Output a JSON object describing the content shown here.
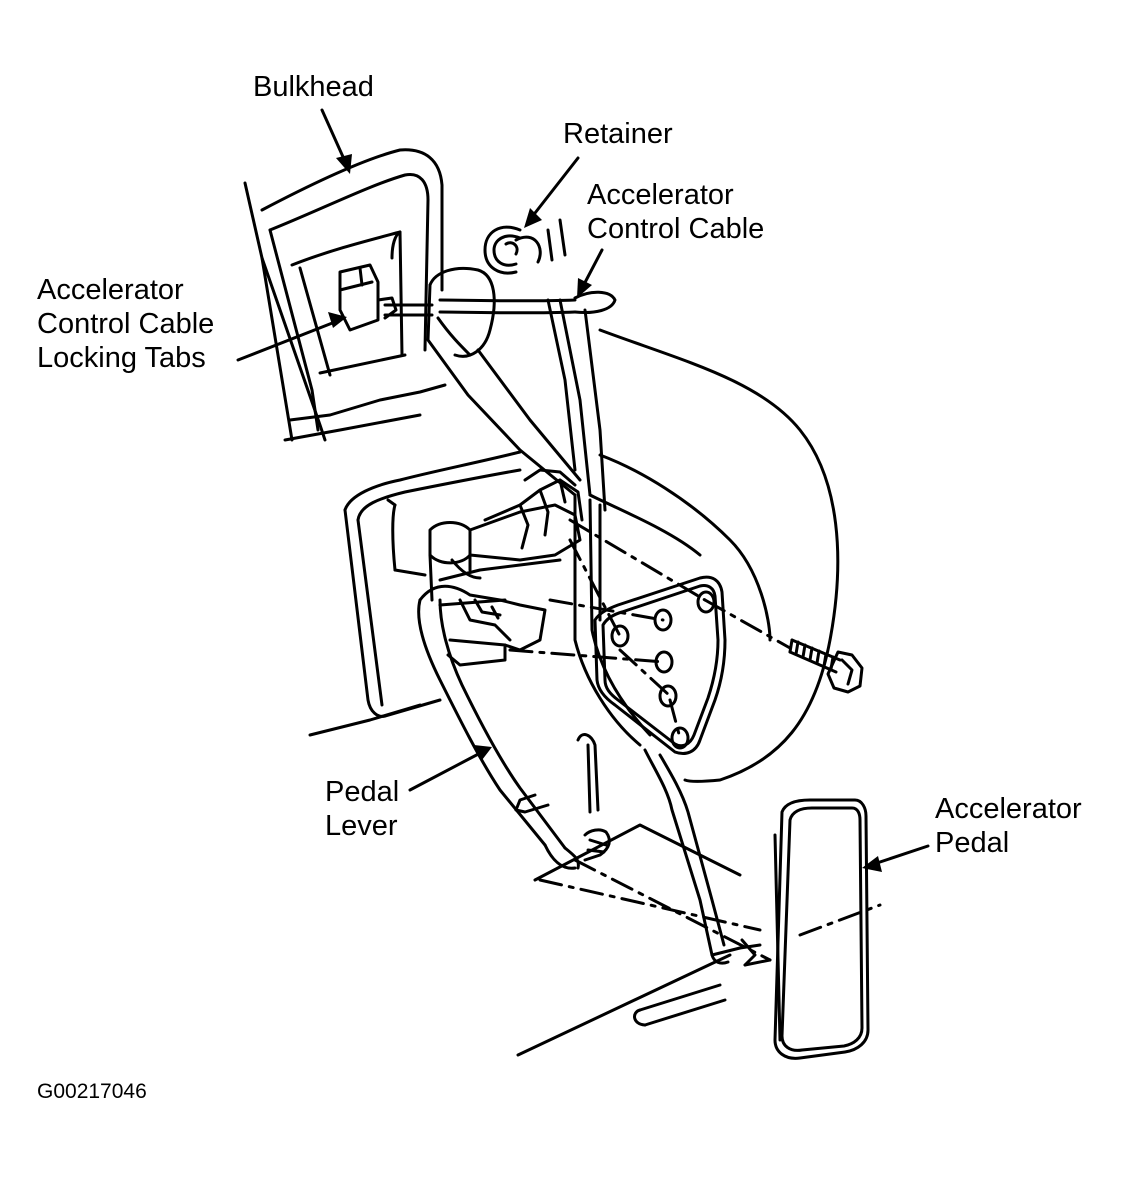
{
  "labels": {
    "bulkhead": "Bulkhead",
    "retainer": "Retainer",
    "accelerator_control_cable": [
      "Accelerator",
      "Control Cable"
    ],
    "locking_tabs": [
      "Accelerator",
      "Control Cable",
      "Locking Tabs"
    ],
    "pedal_lever": [
      "Pedal",
      "Lever"
    ],
    "accelerator_pedal": [
      "Accelerator",
      "Pedal"
    ]
  },
  "figure_id": "G00217046",
  "colors": {
    "line": "#000000",
    "background": "#ffffff"
  }
}
